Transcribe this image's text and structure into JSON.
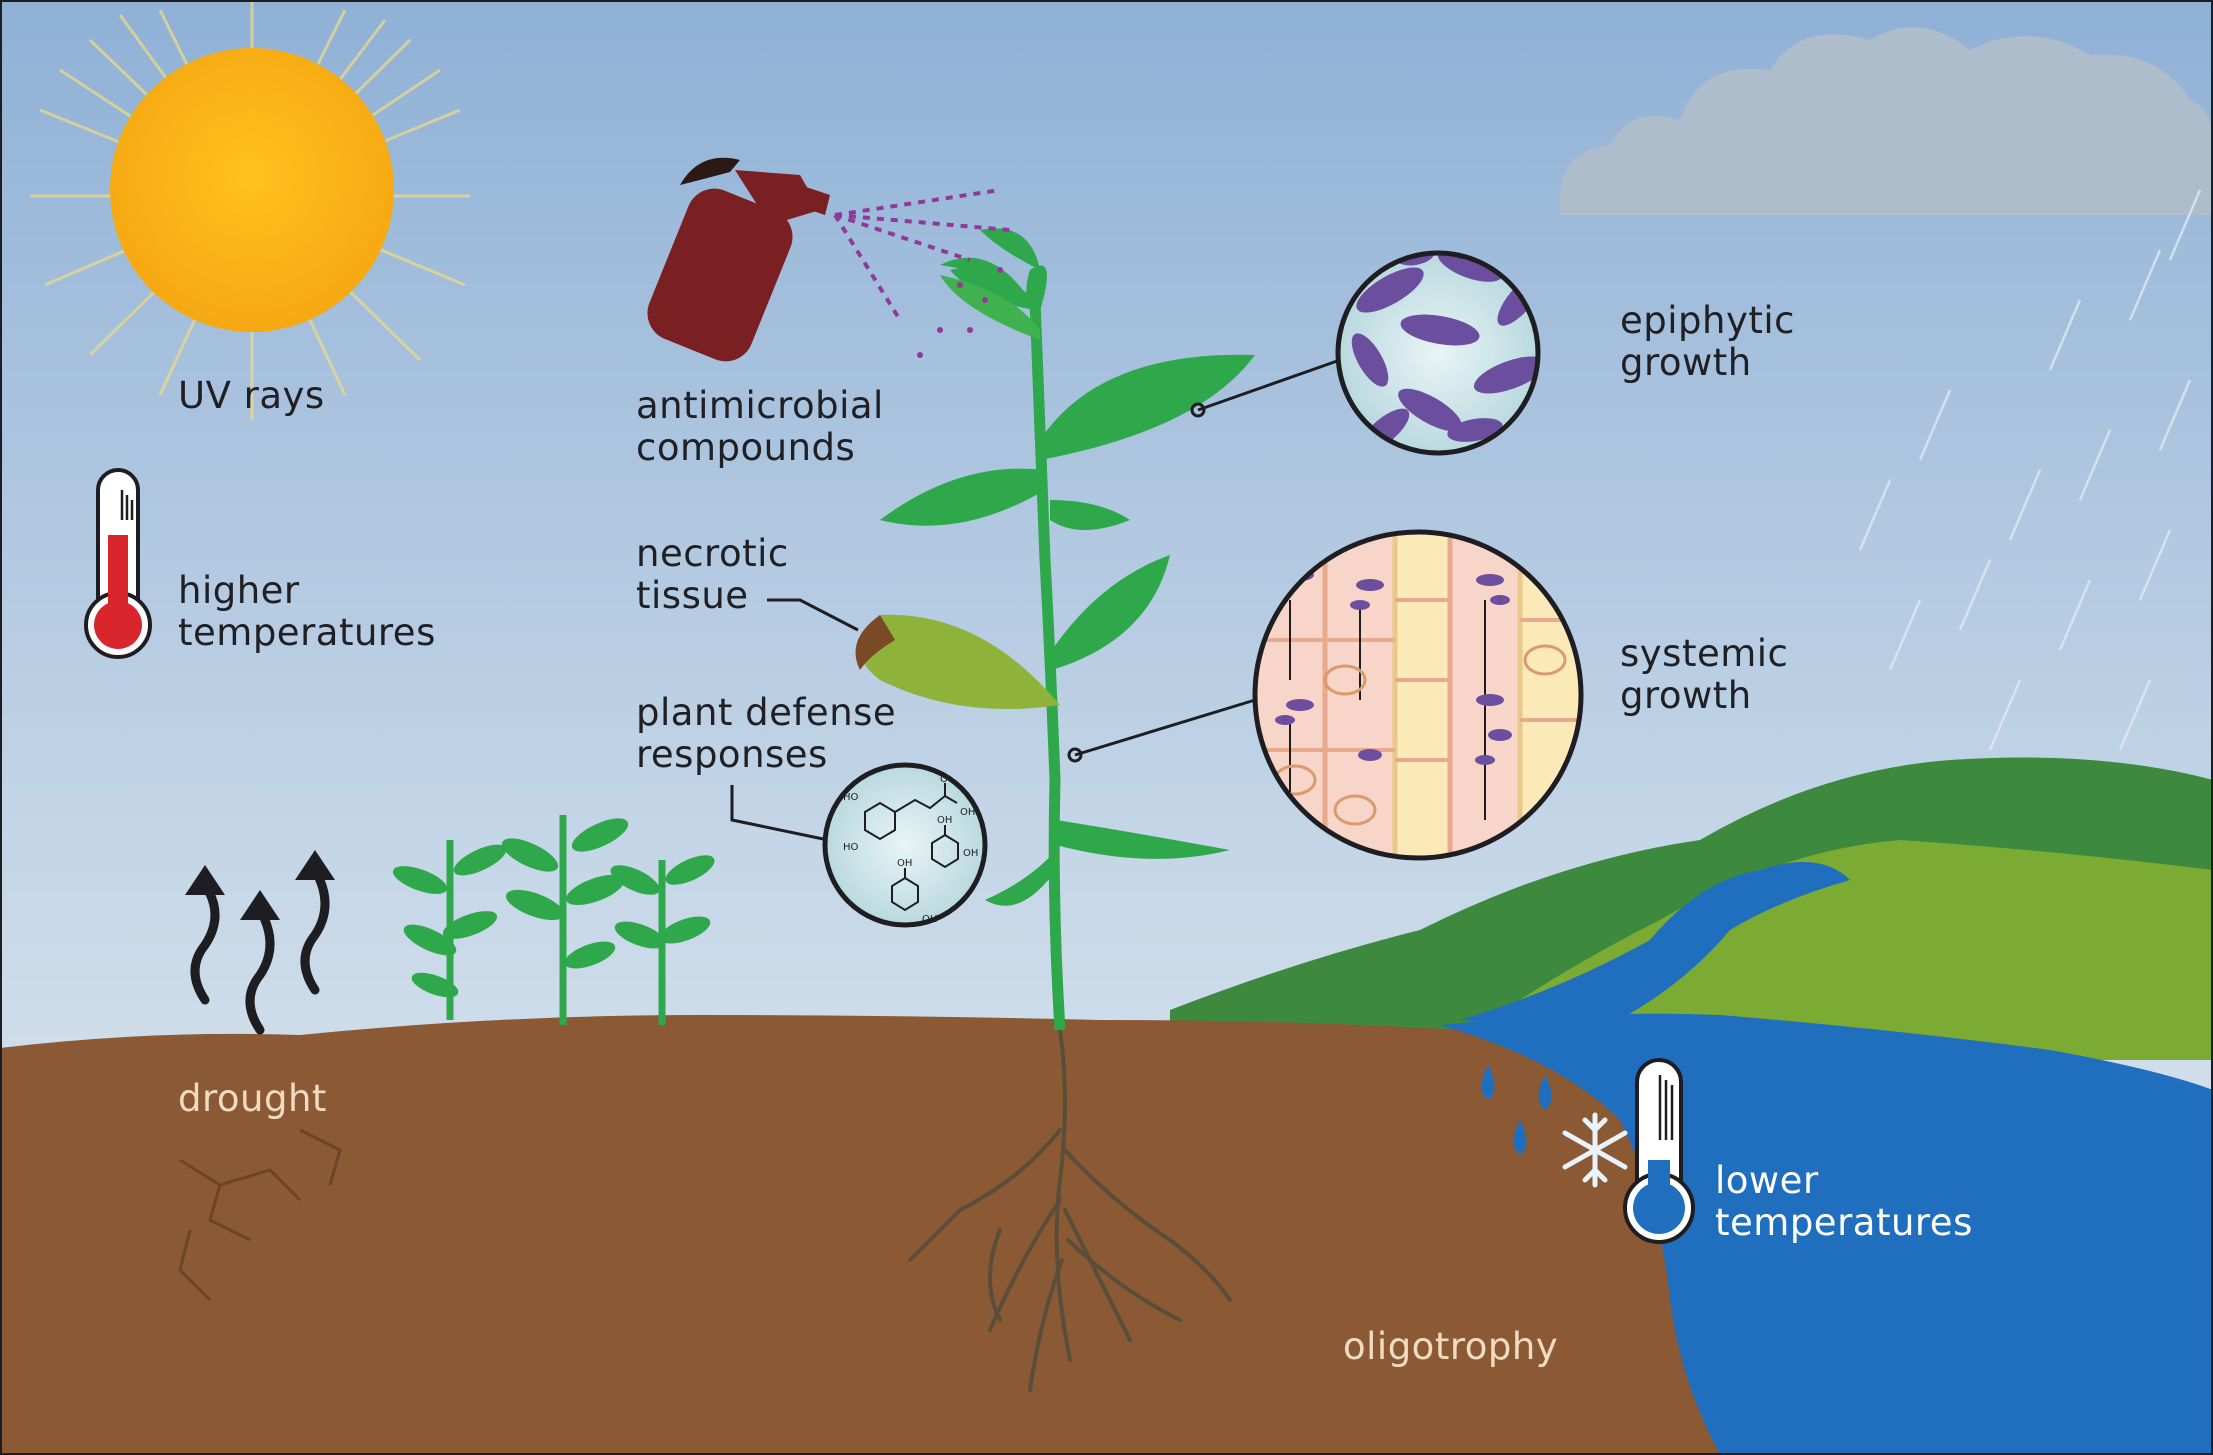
{
  "labels": {
    "uv_rays": "UV rays",
    "higher_temperatures": [
      "higher",
      "temperatures"
    ],
    "antimicrobial_compounds": [
      "antimicrobial",
      "compounds"
    ],
    "necrotic_tissue": [
      "necrotic",
      "tissue"
    ],
    "plant_defense_responses": [
      "plant defense",
      "responses"
    ],
    "epiphytic_growth": [
      "epiphytic",
      "growth"
    ],
    "systemic_growth": [
      "systemic",
      "growth"
    ],
    "drought": "drought",
    "oligotrophy": "oligotrophy",
    "lower_temperatures": [
      "lower",
      "temperatures"
    ]
  },
  "chemistry": {
    "ho_1": "HO",
    "ho_2": "HO",
    "oh_1": "OH",
    "oh_2": "OH",
    "oh_3": "OH",
    "oh_4": "OH",
    "oh_5": "OH",
    "o_1": "O"
  },
  "colors": {
    "sky_top": "#8fb1d6",
    "sky_bottom": "#dde8f1",
    "sun": "#fbb917",
    "soil": "#8b5a35",
    "plant_green": "#2ea84a",
    "microbe_purple": "#6c4e9e",
    "water": "#1f6fbe",
    "hill_dark": "#3d8a3e",
    "hill_light": "#7bab32",
    "spray_bottle": "#7a1f22",
    "thermometer_red": "#d9262c",
    "thermometer_blue": "#1f6fbe"
  }
}
